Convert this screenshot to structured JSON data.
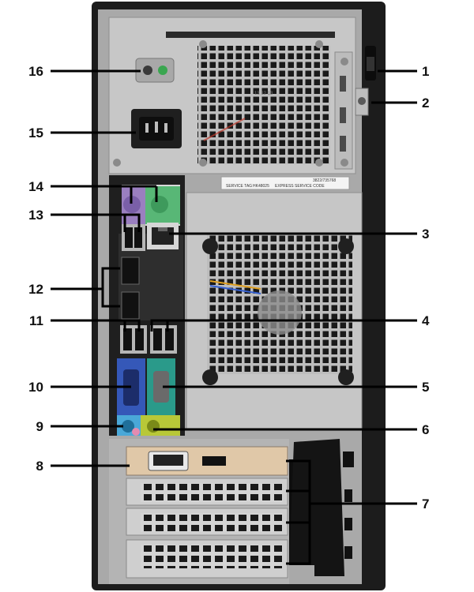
{
  "callouts": {
    "c1": "1",
    "c2": "2",
    "c3": "3",
    "c4": "4",
    "c5": "5",
    "c6": "6",
    "c7": "7",
    "c8": "8",
    "c9": "9",
    "c10": "10",
    "c11": "11",
    "c12": "12",
    "c13": "13",
    "c14": "14",
    "c15": "15",
    "c16": "16"
  },
  "service_tag": {
    "label": "SERVICE TAG",
    "tag": "HK48025",
    "code_label": "EXPRESS SERVICE CODE",
    "code": "3822/735768"
  },
  "colors": {
    "chassis": "#1c1c1c",
    "panel": "#c4c4c4",
    "ps2_mouse": "#58b776",
    "ps2_keyboard": "#9a7fc0",
    "vga": "#3558b8",
    "serial": "#2a9a8a",
    "line_in": "#4aa8d8",
    "line_out": "#b8c838",
    "mic": "#e48bb0",
    "video_card": "#e0c8a8"
  }
}
